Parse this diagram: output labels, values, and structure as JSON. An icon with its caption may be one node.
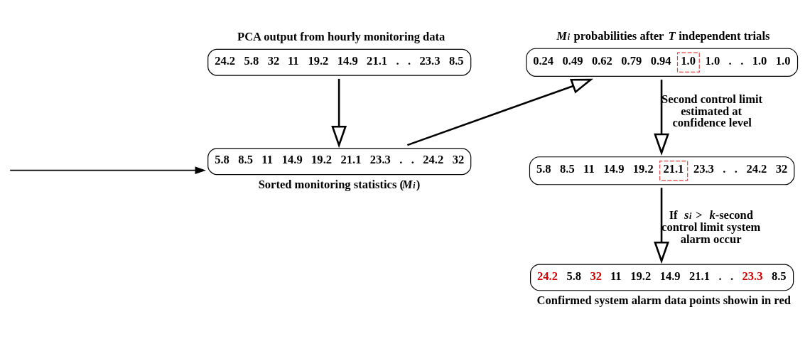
{
  "diagram": {
    "nodes": [
      {
        "text": [
          "PCA output from hourly monitoring data",
          "24.2 5.8 32 11 19.2 14.9 21.1 . . 23.3 8.5"
        ]
      },
      {
        "text": [
          "5.8 8.5 11 14.9 19.2 21.1 23.3 . . 24.2 32"
        ],
        "beside": [
          "Sorted monitoring statistics (*M*$_{i}$)"
        ]
      },
      {
        "text": [
          "*M*$_{i}$ probabilities after *T* independent trials",
          "0.24 0.49 0.62 0.79 0.94 1.0 1.0 . . 1.0 1.0"
        ]
      },
      {
        "text": [
          "5.8 8.5 11 14.9 19.2 21.1 23.3 . . 24.2 32"
        ]
      },
      {
        "text": [
          "24.2 5.8 32 11 19.2 14.9 21.1 . . 23.3 8.5"
        ],
        "beside": [
          "Confirmed system alarm data points showin in red"
        ]
      }
    ],
    "edges": [
      {
        "from": 0,
        "to": 1,
        "arrow": "to"
      },
      {
        "from": null,
        "to": 1,
        "arrow": "to"
      },
      {
        "from": 1,
        "to": 2,
        "arrow": "to"
      },
      {
        "from": 2,
        "to": 3,
        "arrow": "to",
        "label": "Second control limit estimated at confidence level"
      },
      {
        "from": 3,
        "to": 4,
        "arrow": "to",
        "label": "If *s*$_{i}$ > *k*-second control limit system alarm occur"
      }
    ]
  }
}
